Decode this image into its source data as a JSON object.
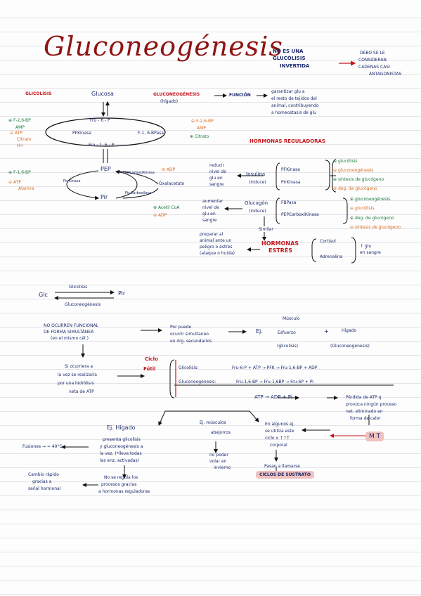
{
  "title": "Gluconeogénesis",
  "header_note": {
    "line1": "NO ES UNA",
    "line2": "GLUCÓLISIS",
    "line3": "INVERTIDA",
    "right1": "DEBO SE LE",
    "right2": "CONSIDERAN",
    "right3": "CADENAS CASI",
    "right4": "ANTAGONISTAS"
  },
  "pathway": {
    "glicolisis": "GLICOLISIS",
    "glucosa": "Glucosa",
    "gluconeogenesis": "GLUCONEOGÉNESIS",
    "higado": "(hígado)",
    "funcion": "FUNCIÓN",
    "fructose6p": "Fru - 6 - P",
    "fructose16bp": "Fru - 1, 6 - P",
    "pfkinasa": "PFKinasa",
    "f16bpasa": "F-1, 6-BPasa",
    "pep": "PEP",
    "pir": "Pir",
    "pepcarboxikinasa": "PEPCarboxiKinasa",
    "pircarboxilasa": "Pir Carboxilasa",
    "pirkinasa": "Pir Kinasa",
    "oxalacetato": "Oxalacetato",
    "left_pfk_regs": [
      "F-2,6-BP",
      "AMP",
      "ATP",
      "Citrato",
      "H+"
    ],
    "right_fbp_regs": [
      "F-2,6-BP",
      "AMP",
      "Citrato"
    ],
    "left_pk_regs": [
      "F-1,6-BP",
      "ATP",
      "Alanina"
    ],
    "right_pepck_regs": [
      "ADP",
      "Acetil CoA",
      "ADP"
    ]
  },
  "function_text": [
    "garantizar glu a",
    "el resto de tejidos del",
    "animal, contribuyendo",
    "a homeostasis de glu"
  ],
  "hormonas": {
    "heading": "HORMONAS REGULADORAS",
    "insulin_left": [
      "reducir",
      "nivel de",
      "glu en",
      "sangre"
    ],
    "insulin": "Insulina",
    "insulin_sub": "(induce)",
    "insulin_enz": [
      "PFKinasa",
      "PirKinasa"
    ],
    "insulin_effects": [
      "glucólisis",
      "gluconeogénesis",
      "síntesis de glucógeno",
      "deg. de glucógeno"
    ],
    "glucagon_left": [
      "aumentar",
      "nivel de",
      "glu en",
      "sangre"
    ],
    "glucagon": "Glucagón",
    "glucagon_sub": "(induce)",
    "glucagon_enz": [
      "FBPasa",
      "PEPCarboxiKinasa"
    ],
    "glucagon_effects": [
      "gluconeogénesis",
      "glucólisis",
      "deg. de glucógeno",
      "síntesis de glucógeno"
    ],
    "similar": "Similar",
    "estres_left": [
      "preparar al",
      "animal ante un",
      "peligro o estrés",
      "(ataque o huida)"
    ],
    "estres": [
      "HORMONAS",
      "ESTRÉS"
    ],
    "estres_right": [
      "Cortisol",
      "Adrenalina"
    ],
    "estres_effect": [
      "↑ glu",
      "en sangre"
    ]
  },
  "cycle_eq": {
    "left": "Glc",
    "right": "Pir",
    "top": "Glicolisis",
    "bottom": "Gluconeogénesis"
  },
  "flow": {
    "no_ocurren": [
      "NO OCURREN FUNCIONAL",
      "DE FORMA SIMULTÁNEA",
      "(en el mismo cél.)"
    ],
    "porque": [
      "Por puede",
      "ocurrir simultaneo",
      "en órg. secundarios"
    ],
    "ej": "Ej.",
    "musculo": [
      "Músculo",
      "Esfuerzo",
      "(glicolisis)"
    ],
    "plus": "+",
    "higado": [
      "Hígado",
      "(Gluconeogénesis)"
    ],
    "si_ocurrieran": [
      "Si ocurriera a",
      "la vez se realizaría",
      "por una hidrólisis",
      "neta de ATP"
    ],
    "ciclo_futil": [
      "Ciclo",
      "Fútil"
    ],
    "glc_line_label": "Glicolisis:",
    "glc_line": "Fru-6-P + ATP → PFK → Fru-1,6-BP + ADP",
    "gng_line_label": "Gluconeogénesis:",
    "gng_line": "Fru-1,6-BP → Fru-1,6BP → Fru-6P + Pi",
    "atp_line": "ATP → ADP + Pi",
    "perdida": [
      "Pérdida de ATP q",
      "provoca ningún proceso",
      "net. eliminado en",
      "forma de calor"
    ],
    "ej_higado": "Ej. Hígado",
    "higado_text": [
      "presenta glicolisis",
      "y gluconeogénesis a",
      "la vez. (*lleva todas",
      "las enz. activadas)"
    ],
    "ej_musculos": [
      "Ej. músculos",
      "abejorros"
    ],
    "en_algunos": [
      "En algunos ej.",
      "se utiliza este",
      "ciclo x ↑↑T",
      "corporal"
    ],
    "mt": "M T",
    "fusiones": "Fusiones → ≈ 40°C",
    "no_poder_volar": [
      "no poder",
      "volar en",
      "invierno"
    ],
    "pasan_llamarse": "Pasan a llamarse",
    "ciclos_sustrato": "CICLOS DE SUSTRATO",
    "no_se_regula": [
      "No se regula los",
      "procesos gracias",
      "a hormonas reguladoras"
    ],
    "cambio": [
      "Cambio rápido",
      "gracias a",
      "señal hormonal"
    ]
  }
}
